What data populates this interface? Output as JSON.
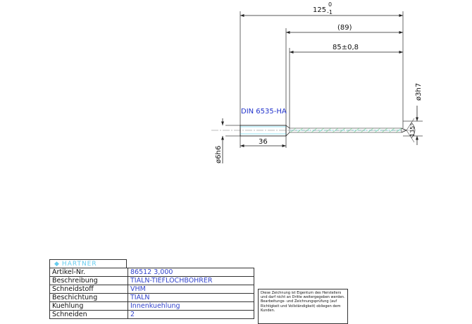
{
  "drawing": {
    "dimensions": {
      "overall_length": "125",
      "overall_tol_upper": "0",
      "overall_tol_lower": "-1",
      "ref_length": "(89)",
      "flute_length": "85±0,8",
      "shank_length": "36",
      "head_diameter": "ø3h7",
      "shank_diameter": "ø6h6",
      "point_angle": "135°"
    },
    "standard_label": "DIN 6535-HA",
    "colors": {
      "line": "#333333",
      "text_blue": "#2233cc",
      "hatch_green": "#33cc66",
      "hatch_cyan": "#33ccee"
    }
  },
  "title_block": {
    "logo_text": "HARTNER",
    "logo_icon": "hartner-diamond-icon",
    "rows": [
      {
        "label": "Artikel-Nr.",
        "value": "86512 3,000"
      },
      {
        "label": "Beschreibung",
        "value": "TIALN-TIEFLOCHBOHRER"
      },
      {
        "label": "Schneidstoff",
        "value": "VHM"
      },
      {
        "label": "Beschichtung",
        "value": "TIALN"
      },
      {
        "label": "Kuehlung",
        "value": "Innenkuehlung"
      },
      {
        "label": "Schneiden",
        "value": "2"
      }
    ],
    "notice": "Diese Zeichnung ist Eigentum des Herstellers und darf nicht an Dritte weitergegeben werden. Bearbeitungs- und Zeichnungsprüfung (auf Richtigkeit und Vollständigkeit) obliegen dem Kunden."
  }
}
